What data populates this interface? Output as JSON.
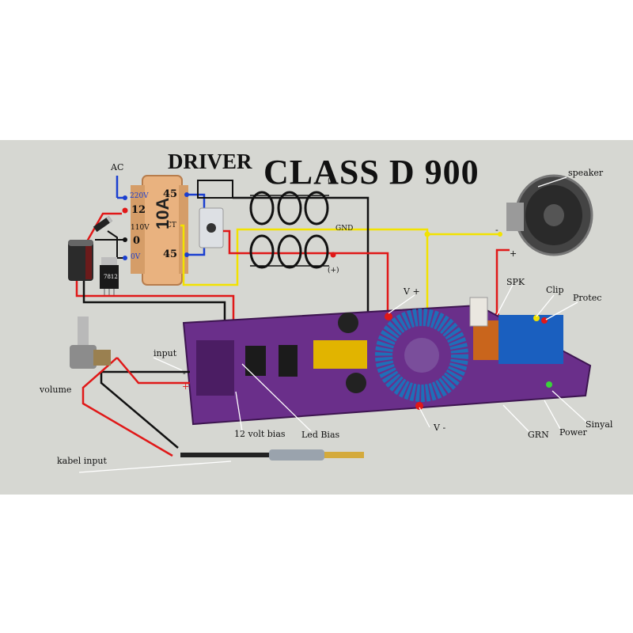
{
  "title": "CLASS D 900",
  "subtitle": "DRIVER",
  "labels": {
    "ac": "AC",
    "speaker": "speaker",
    "spk": "SPK",
    "clip": "Clip",
    "protec": "Protec",
    "v_plus": "V +",
    "v_minus": "V -",
    "input": "input",
    "volume": "volume",
    "bias12": "12 volt bias",
    "led_bias": "Led Bias",
    "grn": "GRN",
    "power": "Power",
    "sinyal": "Sinyal",
    "kabel_input": "kabel input"
  },
  "transformer": {
    "rating": "10A",
    "left_taps": [
      "220V",
      "12",
      "110V",
      "0",
      "0V"
    ],
    "right_taps": [
      "45",
      "CT",
      "45"
    ]
  },
  "marks": {
    "cap_plus": "(+)",
    "cap_gnd": "GND",
    "cap_minus": "(-)",
    "plus": "+",
    "minus": "-",
    "regulator": "7812"
  },
  "colors": {
    "background": "#d6d7d2",
    "pcb": "#6a2f8a",
    "wire_red": "#e01818",
    "wire_blue": "#1a3fd0",
    "wire_yellow": "#f2e200",
    "wire_black": "#111111",
    "transformer": "#e9b27f",
    "toroid": "#1f6fb8"
  }
}
